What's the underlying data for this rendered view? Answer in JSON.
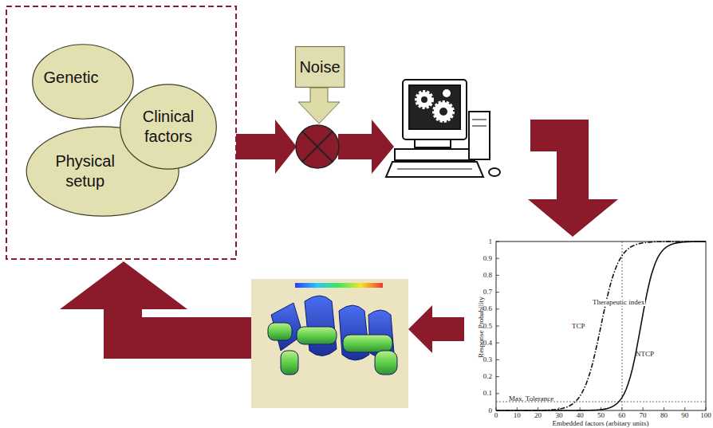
{
  "diagram": {
    "nodes": [
      {
        "text": [
          "Genetic"
        ]
      },
      {
        "text": [
          "Clinical factors"
        ]
      },
      {
        "text": [
          "Physical setup"
        ]
      },
      {
        "text": [
          "Noise"
        ]
      }
    ],
    "labels": [
      "Therapeutic index",
      "TCP",
      "NTCP",
      "Max. Tolerance",
      "Response Probability",
      "Embedded factors (arbitary units)",
      "0",
      "10",
      "20",
      "30",
      "40",
      "50",
      "60",
      "70",
      "80",
      "90",
      "100",
      "0",
      "0.1",
      "0.2",
      "0.3",
      "0.4",
      "0.5",
      "0.6",
      "0.7",
      "0.8",
      "0.9",
      "1"
    ]
  }
}
